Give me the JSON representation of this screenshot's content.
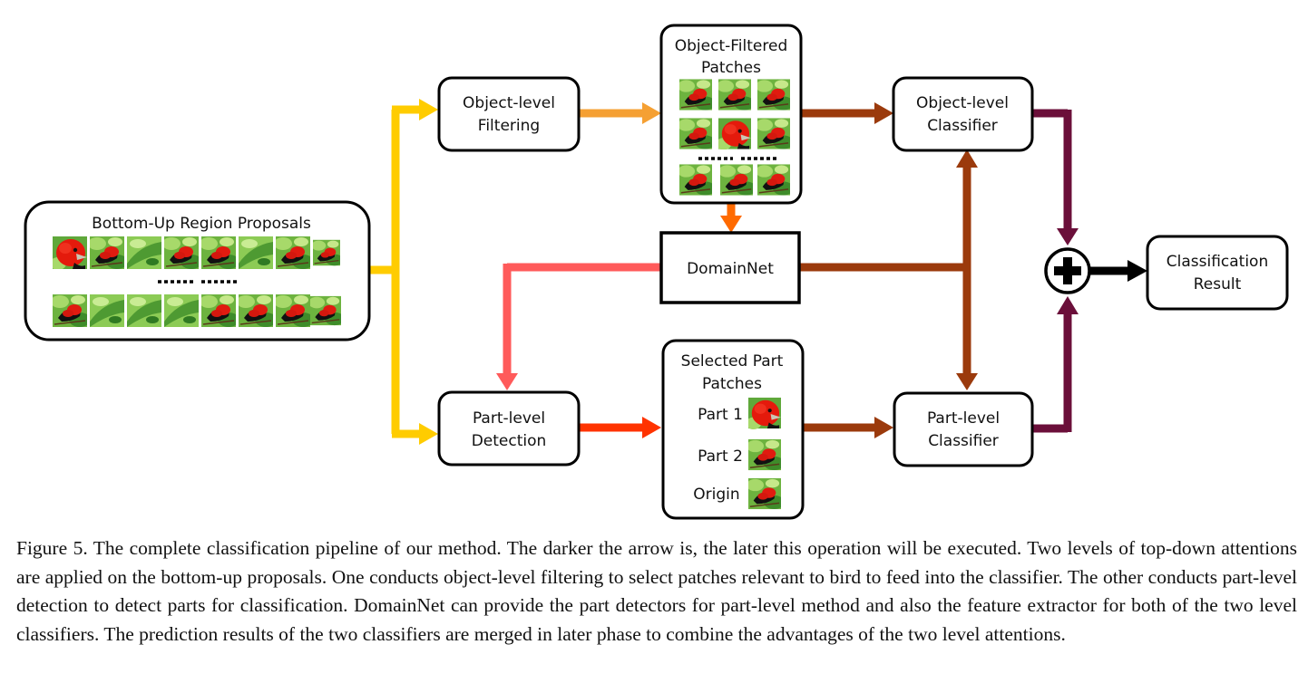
{
  "diagram": {
    "bottom_up": {
      "title": "Bottom-Up Region Proposals"
    },
    "object_filtering": {
      "line1": "Object-level",
      "line2": "Filtering"
    },
    "object_patches": {
      "line1": "Object-Filtered",
      "line2": "Patches"
    },
    "domainnet": {
      "label": "DomainNet"
    },
    "object_classifier": {
      "line1": "Object-level",
      "line2": "Classifier"
    },
    "part_detection": {
      "line1": "Part-level",
      "line2": "Detection"
    },
    "selected_parts": {
      "line1": "Selected Part",
      "line2": "Patches",
      "items": [
        "Part 1",
        "Part 2",
        "Origin"
      ]
    },
    "part_classifier": {
      "line1": "Part-level",
      "line2": "Classifier"
    },
    "result": {
      "line1": "Classification",
      "line2": "Result"
    },
    "arrow_colors": {
      "yellow": "#FFCC00",
      "orange_light": "#F5A033",
      "orange": "#FF6A00",
      "salmon": "#FF5A5A",
      "red_orange": "#FF3300",
      "brown": "#9B3A0C",
      "maroon": "#6B0F3A",
      "black": "#000000"
    }
  },
  "caption": "Figure 5. The complete classification pipeline of our method. The darker the arrow is, the later this operation will be executed. Two levels of top-down attentions are applied on the bottom-up proposals. One conducts object-level filtering to select patches relevant to bird to feed into the classifier. The other conducts part-level detection to detect parts for classification. DomainNet can provide the part detectors for part-level method and also the feature extractor for both of the two level classifiers. The prediction results of the two classifiers are merged in later phase to combine the advantages of the two level attentions."
}
